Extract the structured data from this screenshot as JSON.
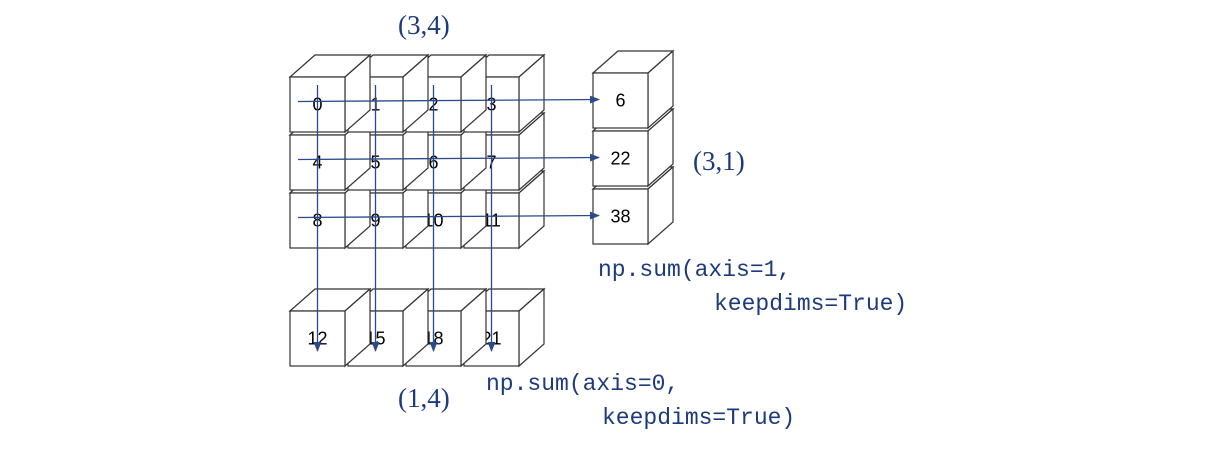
{
  "labels": {
    "input_shape": "(3,4)",
    "axis1_shape": "(3,1)",
    "axis0_shape": "(1,4)"
  },
  "code": {
    "axis1_line1": "np.sum(axis=1,",
    "axis1_line2": "keepdims=True)",
    "axis0_line1": "np.sum(axis=0,",
    "axis0_line2": "keepdims=True)"
  },
  "matrix": [
    [
      "0",
      "1",
      "2",
      "3"
    ],
    [
      "4",
      "5",
      "6",
      "7"
    ],
    [
      "8",
      "9",
      "10",
      "11"
    ]
  ],
  "row_sums": [
    "6",
    "22",
    "38"
  ],
  "col_sums": [
    "12",
    "15",
    "18",
    "21"
  ],
  "colors": {
    "text": "#1d3a7a",
    "arrow": "#2a4a8a",
    "cube_stroke": "#333333",
    "cube_face": "#ffffff"
  }
}
